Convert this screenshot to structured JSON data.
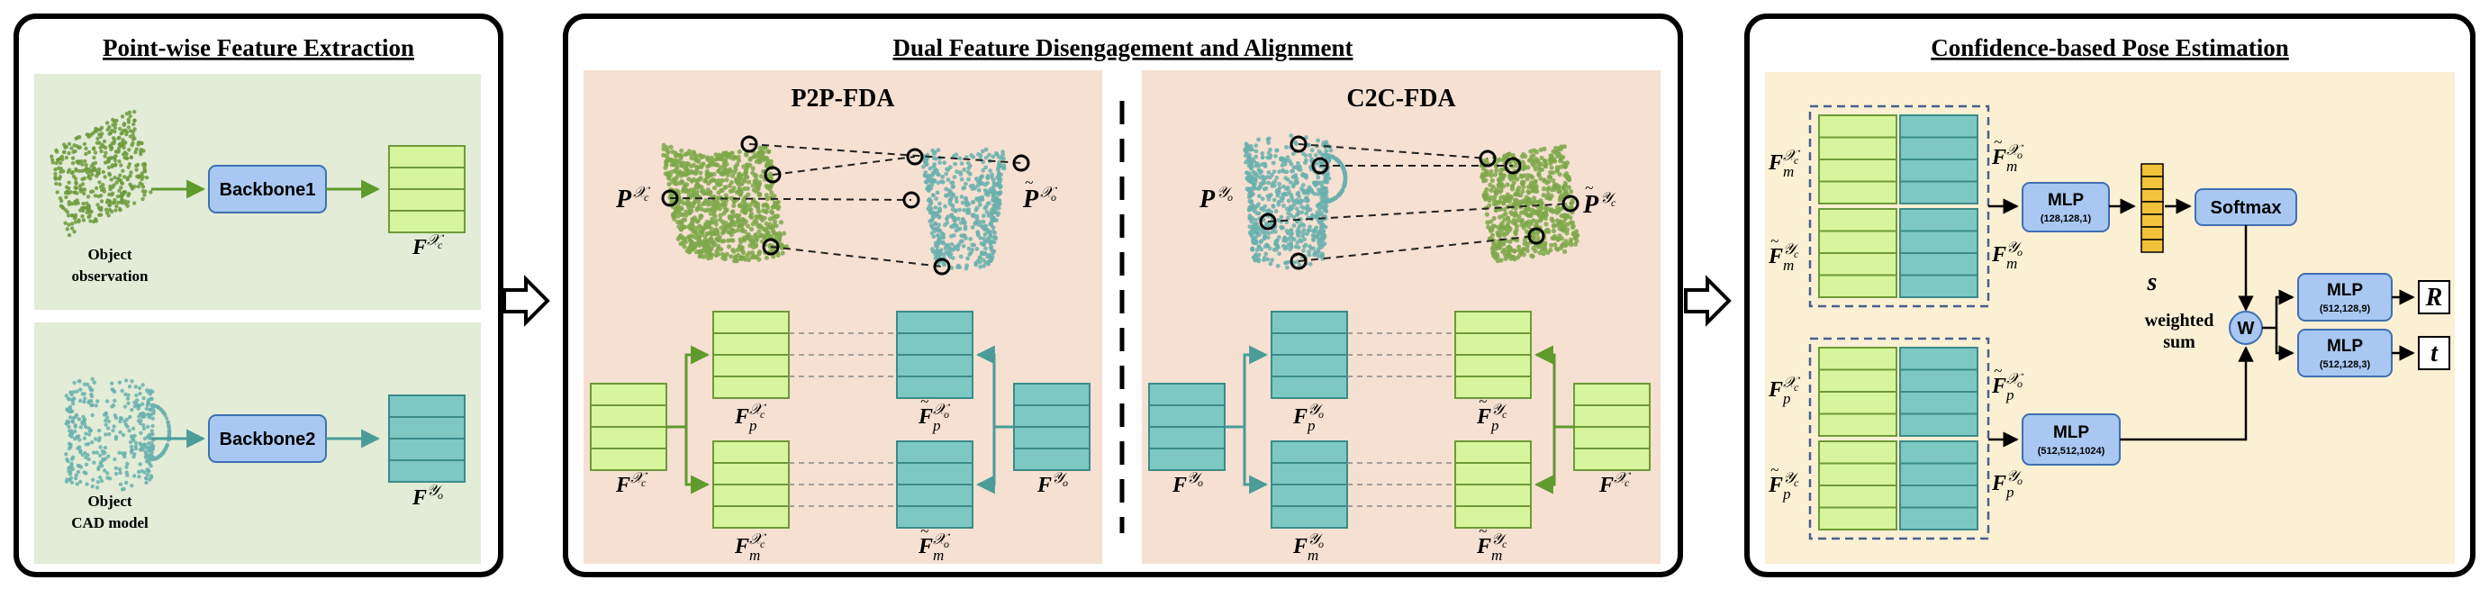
{
  "panels": {
    "extraction_title": "Point-wise Feature Extraction",
    "alignment_title": "Dual Feature Disengagement and Alignment",
    "estimation_title": "Confidence-based Pose Estimation"
  },
  "extraction": {
    "obs_caption_1": "Object",
    "obs_caption_2": "observation",
    "cad_caption_1": "Object",
    "cad_caption_2": "CAD model",
    "backbone1": "Backbone1",
    "backbone2": "Backbone2"
  },
  "alignment": {
    "p2p_title": "P2P-FDA",
    "c2c_title": "C2C-FDA"
  },
  "estimation": {
    "softmax": "Softmax",
    "weighted_1": "weighted",
    "weighted_2": "sum",
    "w_node": "W",
    "s_label": "s",
    "mlp1": "MLP",
    "mlp1_sub": "(128,128,1)",
    "mlp2": "MLP",
    "mlp2_sub": "(512,512,1024)",
    "mlp3": "MLP",
    "mlp3_sub": "(512,128,9)",
    "mlp4": "MLP",
    "mlp4_sub": "(512,128,3)",
    "out_r": "R",
    "out_t": "t"
  },
  "symbols": {
    "F": "F",
    "P": "P",
    "p": "p",
    "m": "m",
    "Xc": "𝒳",
    "Yo": "𝒴",
    "c": "c",
    "o": "o",
    "tilde": "~"
  },
  "colors": {
    "panel1_bg": "#e2ecd7",
    "panel2_bg": "#f5e0d2",
    "panel3_bg": "#fbf0d4",
    "green_feat": "#d7f59c",
    "green_stroke": "#6e9a37",
    "teal_feat": "#7ec8c4",
    "teal_stroke": "#3a8c89",
    "blue_box": "#a8c8f2",
    "blue_stroke": "#3f6fb3",
    "yellow_s": "#f2c33a",
    "dash_box": "#4a5f8c",
    "green_arrow": "#5f9a2c",
    "teal_arrow": "#4a9c97"
  }
}
